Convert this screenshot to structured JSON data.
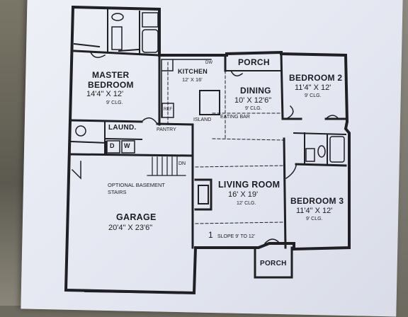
{
  "rooms": {
    "master": {
      "name_line1": "MASTER",
      "name_line2": "BEDROOM",
      "size": "14'4\" X 12'",
      "ceiling": "9' CLG."
    },
    "kitchen": {
      "name": "KITCHEN",
      "size": "12' X 16'"
    },
    "porch_top": {
      "name": "PORCH"
    },
    "dining": {
      "name": "DINING",
      "size": "10' X 12'6\"",
      "ceiling": "9' CLG."
    },
    "bedroom2": {
      "name": "BEDROOM 2",
      "size": "11'4\" X 12'",
      "ceiling": "9' CLG."
    },
    "laundry": {
      "name": "LAUND."
    },
    "pantry": {
      "name": "PANTRY"
    },
    "living": {
      "name": "LIVING ROOM",
      "size": "16' X 19'",
      "ceiling": "12' CLG."
    },
    "bedroom3": {
      "name": "BEDROOM 3",
      "size": "11'4\" X 12'",
      "ceiling": "9' CLG."
    },
    "garage": {
      "name": "GARAGE",
      "size": "20'4\" X 23'6\""
    },
    "porch_bottom": {
      "name": "PORCH"
    }
  },
  "annotations": {
    "island": "ISLAND",
    "eating_bar": "EATING BAR",
    "ref": "REF",
    "dw": "DW",
    "dn": "DN",
    "basement_line1": "OPTIONAL BASEMENT",
    "basement_line2": "STAIRS",
    "slope": "SLOPE 9' TO 12'",
    "slope_marker": "1",
    "dryer": "D",
    "washer": "W"
  }
}
